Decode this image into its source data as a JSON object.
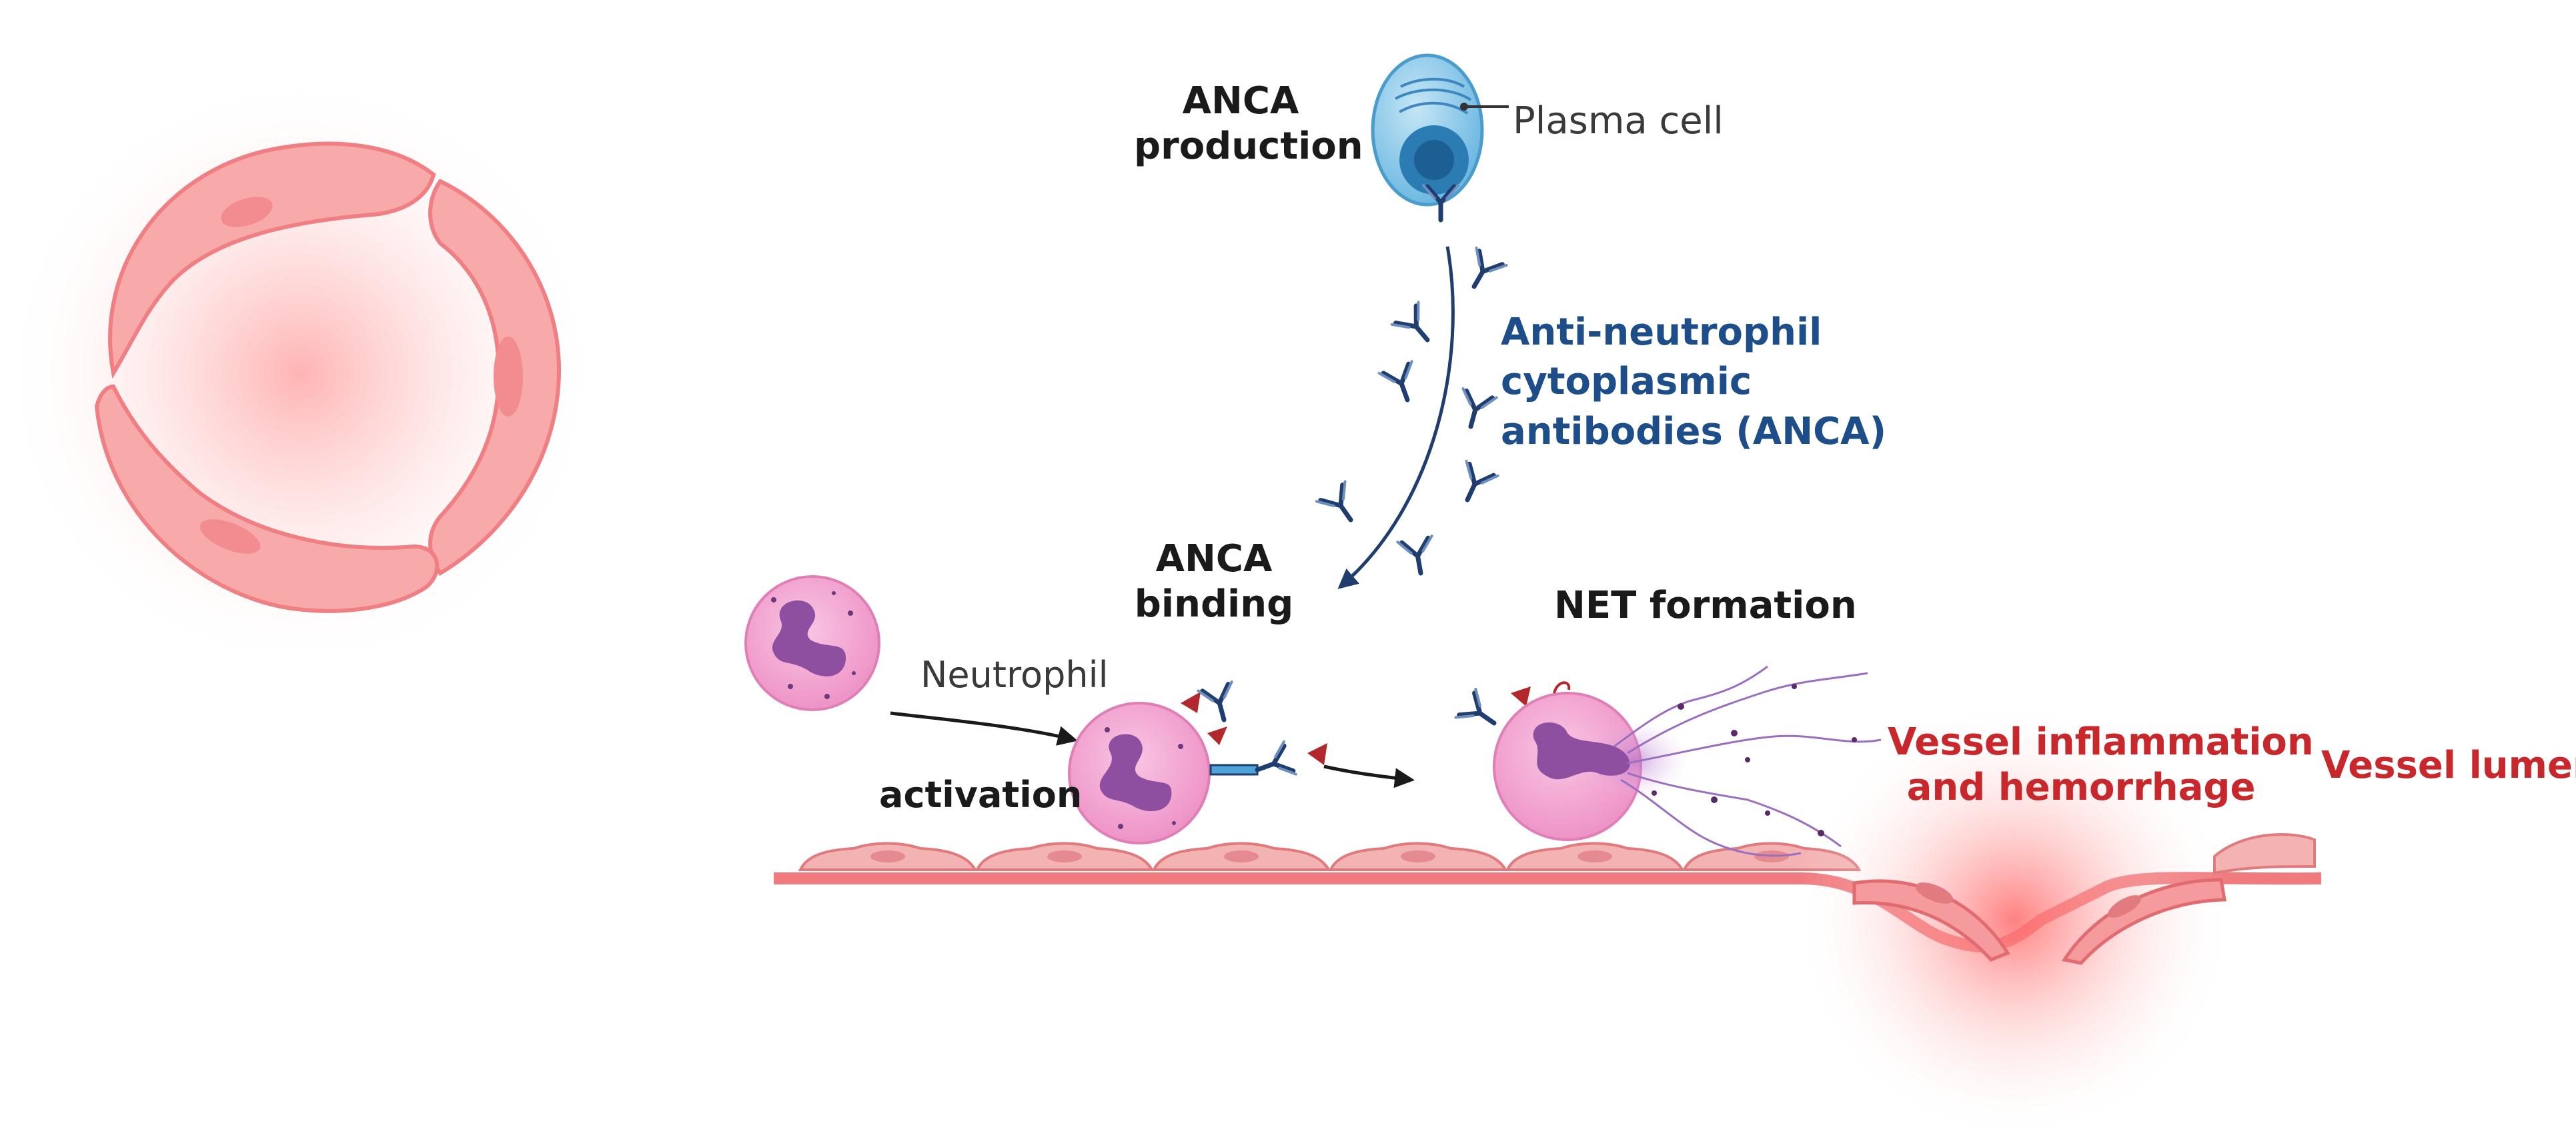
{
  "labels": {
    "anca_production": [
      "ANCA",
      "production"
    ],
    "plasma_cell": "Plasma cell",
    "anca_full": [
      "Anti-neutrophil",
      "cytoplasmic",
      "antibodies (ANCA)"
    ],
    "anca_binding": [
      "ANCA",
      "binding"
    ],
    "neutrophil": "Neutrophil",
    "activation": "activation",
    "net_formation": "NET formation",
    "vessel_inflammation": [
      "Vessel inflammation",
      "and hemorrhage"
    ],
    "vessel_lumen": "Vessel lumen"
  },
  "colors": {
    "vessel_pink": "#f48d90",
    "vessel_fill": "#f8a9aa",
    "cell_pink": "#f2a6d2",
    "nucleus_purple": "#8f4fa0",
    "antibody_navy": "#1f3d6e",
    "antigen_red": "#b3282d",
    "label_blue": "#1d4e89",
    "label_red": "#c8282c",
    "plasma_blue": "#7ec3e6"
  }
}
